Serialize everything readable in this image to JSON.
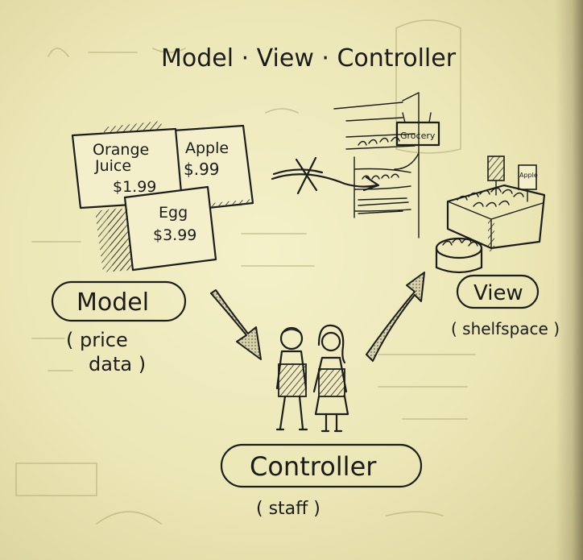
{
  "title": "Model · View · Controller",
  "model": {
    "cards": [
      {
        "line1": "Orange",
        "line2": "Juice",
        "price": "$1.99"
      },
      {
        "line1": "Apple",
        "price": "$.99"
      },
      {
        "line1": "Egg",
        "price": "$3.99"
      }
    ],
    "label": "Model",
    "caption_line1": "( price",
    "caption_line2": "data )"
  },
  "store": {
    "sign": "Grocery",
    "small_sign": "Apple"
  },
  "view": {
    "label": "View",
    "caption": "( shelfspace )"
  },
  "controller": {
    "label": "Controller",
    "caption": "( staff )"
  }
}
